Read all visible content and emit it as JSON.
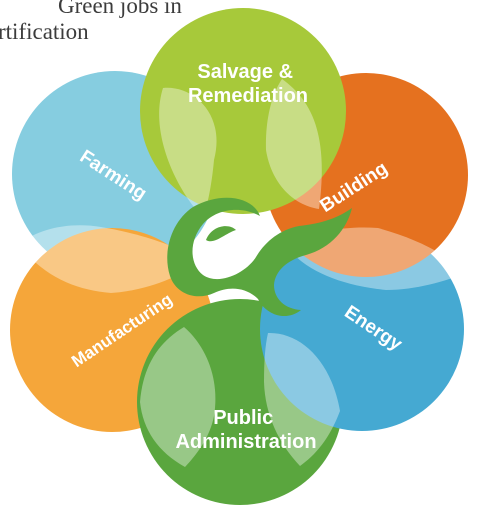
{
  "heading": {
    "line1": "Green jobs in",
    "line2": "rtification"
  },
  "petals": [
    {
      "id": "salvage",
      "lines": [
        "Salvage &",
        "Remediation"
      ],
      "color": "#a7c93a"
    },
    {
      "id": "building",
      "lines": [
        "Building"
      ],
      "color": "#e5711f"
    },
    {
      "id": "energy",
      "lines": [
        "Energy"
      ],
      "color": "#45a9d2"
    },
    {
      "id": "public-administration",
      "lines": [
        "Public",
        "Administration"
      ],
      "color": "#5aa63e"
    },
    {
      "id": "manufacturing",
      "lines": [
        "Manufacturing"
      ],
      "color": "#f5a63a"
    },
    {
      "id": "farming",
      "lines": [
        "Farming"
      ],
      "color": "#86cde0"
    }
  ],
  "logo": {
    "color": "#5aa63e"
  }
}
